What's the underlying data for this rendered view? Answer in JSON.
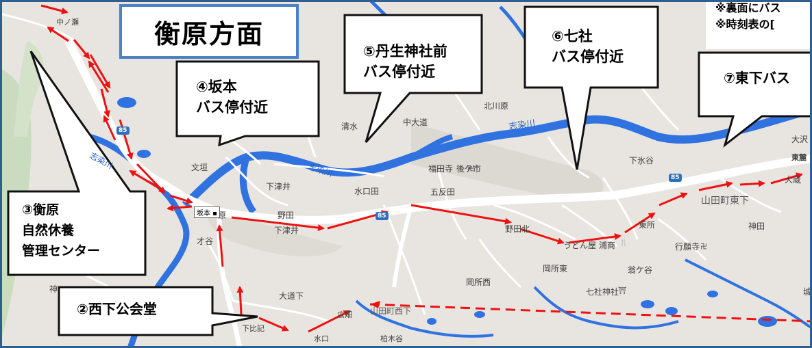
{
  "title": "衡原方面",
  "notes": [
    "※裏面にバス",
    "※時刻表の["
  ],
  "callouts": {
    "c2": "②西下公会堂",
    "c3": [
      "③衡原",
      "自然休養",
      "管理センター"
    ],
    "c4": [
      "④坂本",
      "バス停付近"
    ],
    "c5": [
      "⑤丹生神社前",
      "バス停付近"
    ],
    "c6": [
      "⑥七社",
      "バス停付近"
    ],
    "c7": "⑦東下バス"
  },
  "map_labels": {
    "nakanose": "中ノ瀬",
    "bunkou": "文垣",
    "shimotsui1": "下津井",
    "shimotsui2": "下津井",
    "sakamoto_area": "坂本",
    "hara": "原",
    "saibara": "才谷",
    "oomichishita": "大道下",
    "shimohidari": "下比記",
    "mizuguchi": "水口",
    "hirohata": "広畑",
    "kashiwagidani": "柏木谷",
    "yamadacho_nishishita": "山田町西下",
    "nouda": "野田",
    "mizukuchida": "水口田",
    "gotanda": "五反田",
    "fukudaji": "福田寺",
    "gogaichi": "後ケ市",
    "kitakawahara": "北川原",
    "nakaoomichi": "中大道",
    "shimizu": "清水",
    "shimohikage": "下氷谷",
    "nodakita": "野田北",
    "udonya": "うどん屋 浦商",
    "tokoro": "東所",
    "oshoshi": "岡所東",
    "okashonishi": "岡所西",
    "ougaya": "翁ケ谷",
    "shichisha": "七社神社",
    "gyoganji": "行願寺",
    "kamida": "神田",
    "yamadacho_higashishita": "山田町東下",
    "okura": "大蔵",
    "oosawa": "大沢",
    "higashi_label": "東麓",
    "jo": "城",
    "kami": "神",
    "river1": "志染川",
    "river2": "志染川",
    "river3": "志染川"
  },
  "road_signs": [
    "85",
    "85",
    "85"
  ],
  "bus_stop": "坂本",
  "colors": {
    "route": "#ee1111",
    "river": "#2f72e0",
    "frame": "#2e5f8f",
    "title_border": "#4b82c4"
  },
  "icons": [
    "route-arrow-icon",
    "bus-stop-icon",
    "temple-icon",
    "shrine-icon",
    "restaurant-icon",
    "road-sign-icon"
  ]
}
